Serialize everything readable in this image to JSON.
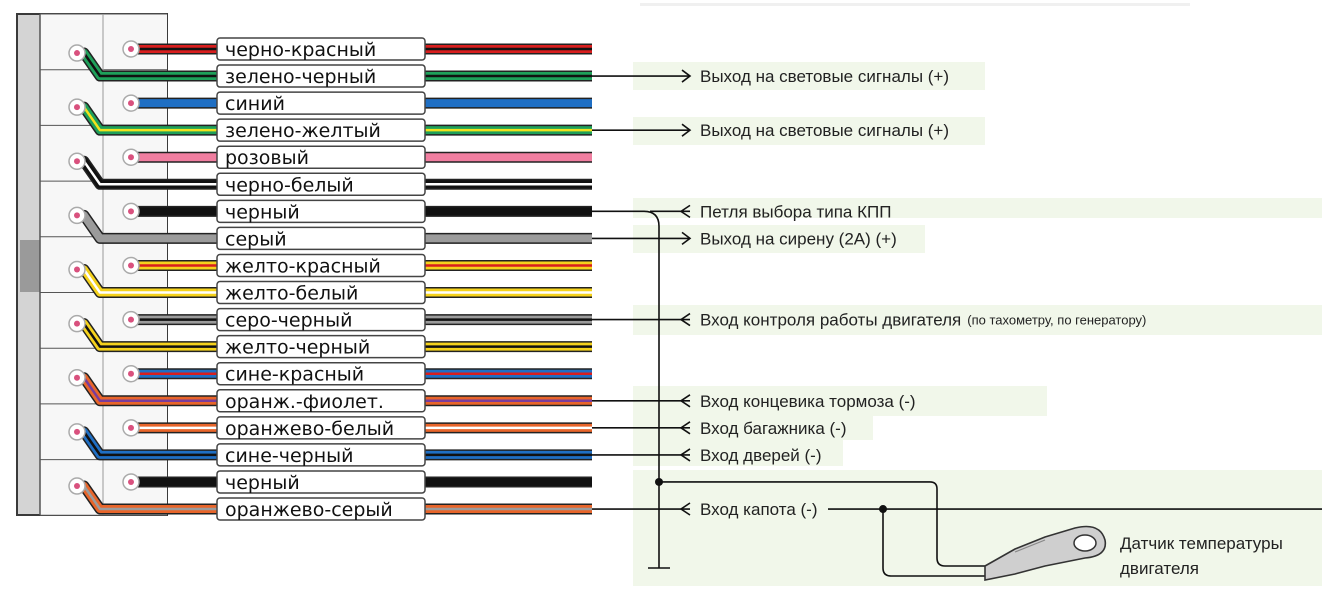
{
  "wires": [
    {
      "label": "черно-красный",
      "base": "#d81e1e",
      "stripe": "#111111"
    },
    {
      "label": "зелено-черный",
      "base": "#1ea05a",
      "stripe": "#111111"
    },
    {
      "label": "синий",
      "base": "#1f6fc4",
      "stripe": null
    },
    {
      "label": "зелено-желтый",
      "base": "#1ea05a",
      "stripe": "#f2e21c"
    },
    {
      "label": "розовый",
      "base": "#f07ea0",
      "stripe": null
    },
    {
      "label": "черно-белый",
      "base": "#111111",
      "stripe": "#ffffff"
    },
    {
      "label": "черный",
      "base": "#111111",
      "stripe": null
    },
    {
      "label": "серый",
      "base": "#9b9b9b",
      "stripe": null
    },
    {
      "label": "желто-красный",
      "base": "#f5d21c",
      "stripe": "#d81e1e"
    },
    {
      "label": "желто-белый",
      "base": "#f5d21c",
      "stripe": "#ffffff"
    },
    {
      "label": "серо-черный",
      "base": "#9b9b9b",
      "stripe": "#111111"
    },
    {
      "label": "желто-черный",
      "base": "#f5d21c",
      "stripe": "#111111"
    },
    {
      "label": "сине-красный",
      "base": "#1f6fc4",
      "stripe": "#d81e1e"
    },
    {
      "label": "оранж.-фиолет.",
      "base": "#e8652a",
      "stripe": "#7a3c9a"
    },
    {
      "label": "оранжево-белый",
      "base": "#e8652a",
      "stripe": "#ffffff"
    },
    {
      "label": "сине-черный",
      "base": "#1f6fc4",
      "stripe": "#111111"
    },
    {
      "label": "черный",
      "base": "#111111",
      "stripe": null
    },
    {
      "label": "оранжево-серый",
      "base": "#e8652a",
      "stripe": "#9b9b9b"
    }
  ],
  "destinations": [
    {
      "wire": 1,
      "dir": "out",
      "text": "Выход на световые сигналы (+)"
    },
    {
      "wire": 3,
      "dir": "out",
      "text": "Выход на световые сигналы (+)"
    },
    {
      "wire": 6,
      "dir": "in",
      "text": "Петля выбора типа КПП"
    },
    {
      "wire": 7,
      "dir": "out",
      "text": "Выход на сирену (2А) (+)"
    },
    {
      "wire": 10,
      "dir": "in",
      "text": "Вход контроля работы двигателя",
      "note": "(по тахометру, по генератору)"
    },
    {
      "wire": 13,
      "dir": "in",
      "text": "Вход концевика тормоза (-)"
    },
    {
      "wire": 14,
      "dir": "in",
      "text": "Вход багажника (-)"
    },
    {
      "wire": 15,
      "dir": "in",
      "text": "Вход дверей (-)"
    },
    {
      "wire": 17,
      "dir": "in",
      "text": "Вход капота (-)"
    }
  ],
  "sensor": {
    "line1": "Датчик температуры",
    "line2": "двигателя"
  },
  "colors": {
    "panel": "#f1f7ea",
    "connector": "#b9b9b9",
    "pin": "#d9517e"
  }
}
